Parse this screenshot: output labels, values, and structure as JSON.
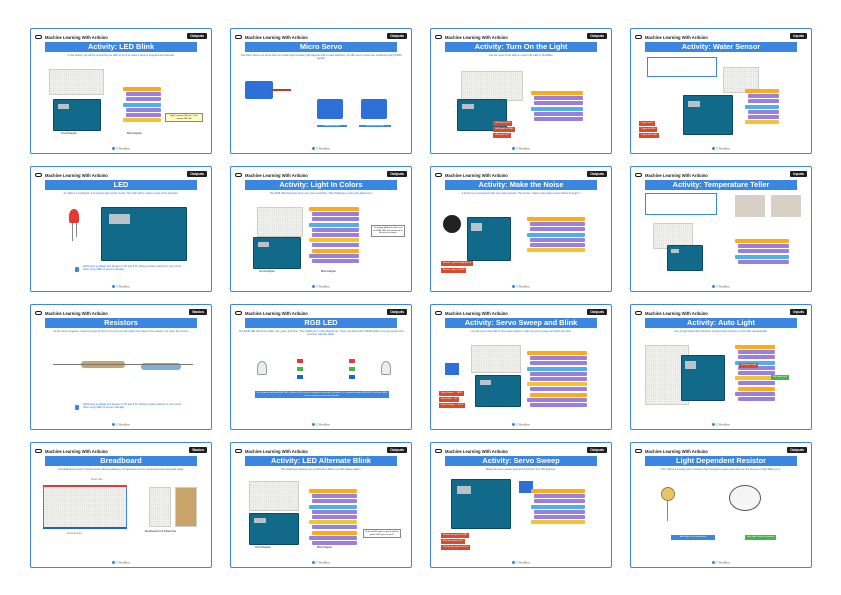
{
  "header": "Machine Learning With Arduino",
  "footer": "© PictoBlox",
  "cards": [
    {
      "id": "led-blink",
      "title": "Activity: LED Blink",
      "tag": "Outputs",
      "desc": "In this activity, we will be connecting an LED to pin 8 to make it blink at programmed intervals.",
      "notes": [
        "Circuit Diagram",
        "Block Diagram",
        "\"High\" means LED on / \"Low\" means LED off"
      ]
    },
    {
      "id": "micro-servo",
      "title": "Micro Servo",
      "tag": "Outputs",
      "desc": "The Micro Servo is a servo that can rotate approximately 180 degrees (90 in each direction). Its 180 servo motors are positioned using PWM signals.",
      "notes": [
        "Positional Servo",
        "Continuous Servo"
      ]
    },
    {
      "id": "turn-on-light",
      "title": "Activity: Turn On the Light",
      "tag": "Outputs",
      "desc": "Use the input of the LED to control the LED in PictoBlox.",
      "notes": [
        "LED goes to 5V",
        "GND goes to GND",
        "LED goes to 8"
      ]
    },
    {
      "id": "water-sensor",
      "title": "Activity: Water Sensor",
      "tag": "Inputs",
      "desc": "",
      "notes": [
        "1 goes to 5V",
        "2 goes to GND",
        "3 goes to Pin A0"
      ]
    },
    {
      "id": "led",
      "title": "LED",
      "tag": "Outputs",
      "desc": "An LED is a small light. It is used to light up the circuit. The LED will be used in most of the activities.",
      "notes": [
        "LEDs have a voltage limit between 1.8V and 3.3V. Always include resistors in your circuit when using LEDs to prevent damage."
      ]
    },
    {
      "id": "light-in-colors",
      "title": "Activity: Light In Colors",
      "tag": "Outputs",
      "desc": "The RGB LED has three pins: red, green and blue. This challenge is using the digital pins.",
      "notes": [
        "Circuit Diagram",
        "Block Diagram",
        "To display different colors use an RGB LED and connect it to the pins as shown."
      ]
    },
    {
      "id": "make-noise",
      "title": "Activity: Make the Noise",
      "tag": "Outputs",
      "desc": "A buzzer is a component that can make sounds. The buzzer makes noise when current flows through it.",
      "notes": [
        "Buzzer + goes to digital pin 8",
        "Buzzer - goes to GND"
      ]
    },
    {
      "id": "temperature-teller",
      "title": "Activity: Temperature Teller",
      "tag": "Inputs",
      "desc": "",
      "notes": [
        "Red wire goes to 5V",
        "Black wire goes to GND",
        "Yellow wire goes to A0"
      ]
    },
    {
      "id": "resistors",
      "title": "Resistors",
      "tag": "Basics",
      "desc": "As the name suggests, resistors resist the flow of current and the higher the value of the resistor, the lower the current.",
      "notes": [
        "LEDs have a voltage limit between 1.8V and 3.3V. Always include resistors in your circuit when using LEDs to prevent damage."
      ]
    },
    {
      "id": "rgb-led",
      "title": "RGB LED",
      "tag": "Outputs",
      "desc": "The RGB LED has three LEDs: red, green and blue. This challenge is using digital pins. There are two kinds of RGB LEDs: common anode and common cathode LEDs.",
      "notes": [
        "In a common cathode RGB LED, all three LEDs share a negative connection (cathode). In a common anode RGB LED, the three LEDs share a positive connection (anode)."
      ]
    },
    {
      "id": "servo-sweep-blink",
      "title": "Activity: Servo Sweep and Blink",
      "tag": "Outputs",
      "desc": "Use the servo and LED on the same board to make the servo sweep and blink the LED.",
      "notes": [
        "Servo Brown → GND",
        "Servo Red → 5V",
        "Servo Orange → Pin 9"
      ]
    },
    {
      "id": "auto-light",
      "title": "Activity: Auto Light",
      "tag": "Inputs",
      "desc": "Use a Light Dependent Resistor to detect light and turn on the LED automatically.",
      "notes": [
        "LDR goes to A0",
        "LED goes to 8"
      ]
    },
    {
      "id": "breadboard",
      "title": "Breadboard",
      "tag": "Basics",
      "desc": "A breadboard is used to build circuits without soldering. Components can be connected and rearranged easily.",
      "notes": [
        "Power rails",
        "Terminal strips",
        "Breadboard Front & Back Side"
      ]
    },
    {
      "id": "led-alternate-blink",
      "title": "Activity: LED Alternate Blink",
      "tag": "Outputs",
      "desc": "This challenge requires you to blink two LEDs in an alternating pattern.",
      "notes": [
        "Circuit Diagram",
        "Block Diagram",
        "The red LED goes to pin 8 and the green LED goes to pin 9."
      ]
    },
    {
      "id": "servo-sweep",
      "title": "Activity: Servo Sweep",
      "tag": "Outputs",
      "desc": "Make the servo sweep back and forth from 0 to 180 degrees.",
      "notes": [
        "Brown wire goes to GND",
        "Red wire goes to 5V",
        "Orange wire goes to Pin 9"
      ]
    },
    {
      "id": "ldr",
      "title": "Light Dependent Resistor",
      "tag": "Outputs",
      "desc": "The LDR is a special type of resistor that changes its value depending on the amount of light falling on it.",
      "notes": [
        "More light = less resistance",
        "Less light = more resistance"
      ]
    }
  ],
  "colors": {
    "accent": "#3b86e0",
    "tag": "#1f1f1f",
    "block_purple": "#9b7fe0",
    "block_orange": "#ffab19",
    "red_note": "#d84a2b",
    "green_note": "#43b549"
  }
}
